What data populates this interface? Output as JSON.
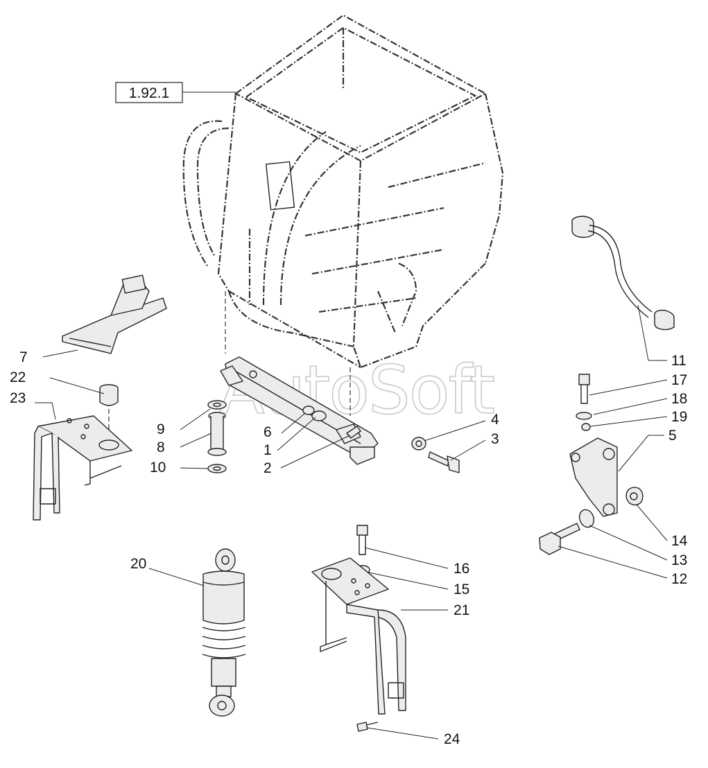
{
  "watermark": "AutoSoft",
  "reference_box": "1.92.1",
  "callouts": {
    "c1": "1",
    "c2": "2",
    "c3": "3",
    "c4": "4",
    "c5": "5",
    "c6": "6",
    "c7": "7",
    "c8": "8",
    "c9": "9",
    "c10": "10",
    "c11": "11",
    "c12": "12",
    "c13": "13",
    "c14": "14",
    "c15": "15",
    "c16": "16",
    "c17": "17",
    "c18": "18",
    "c19": "19",
    "c20": "20",
    "c21": "21",
    "c22": "22",
    "c23": "23",
    "c24": "24"
  }
}
